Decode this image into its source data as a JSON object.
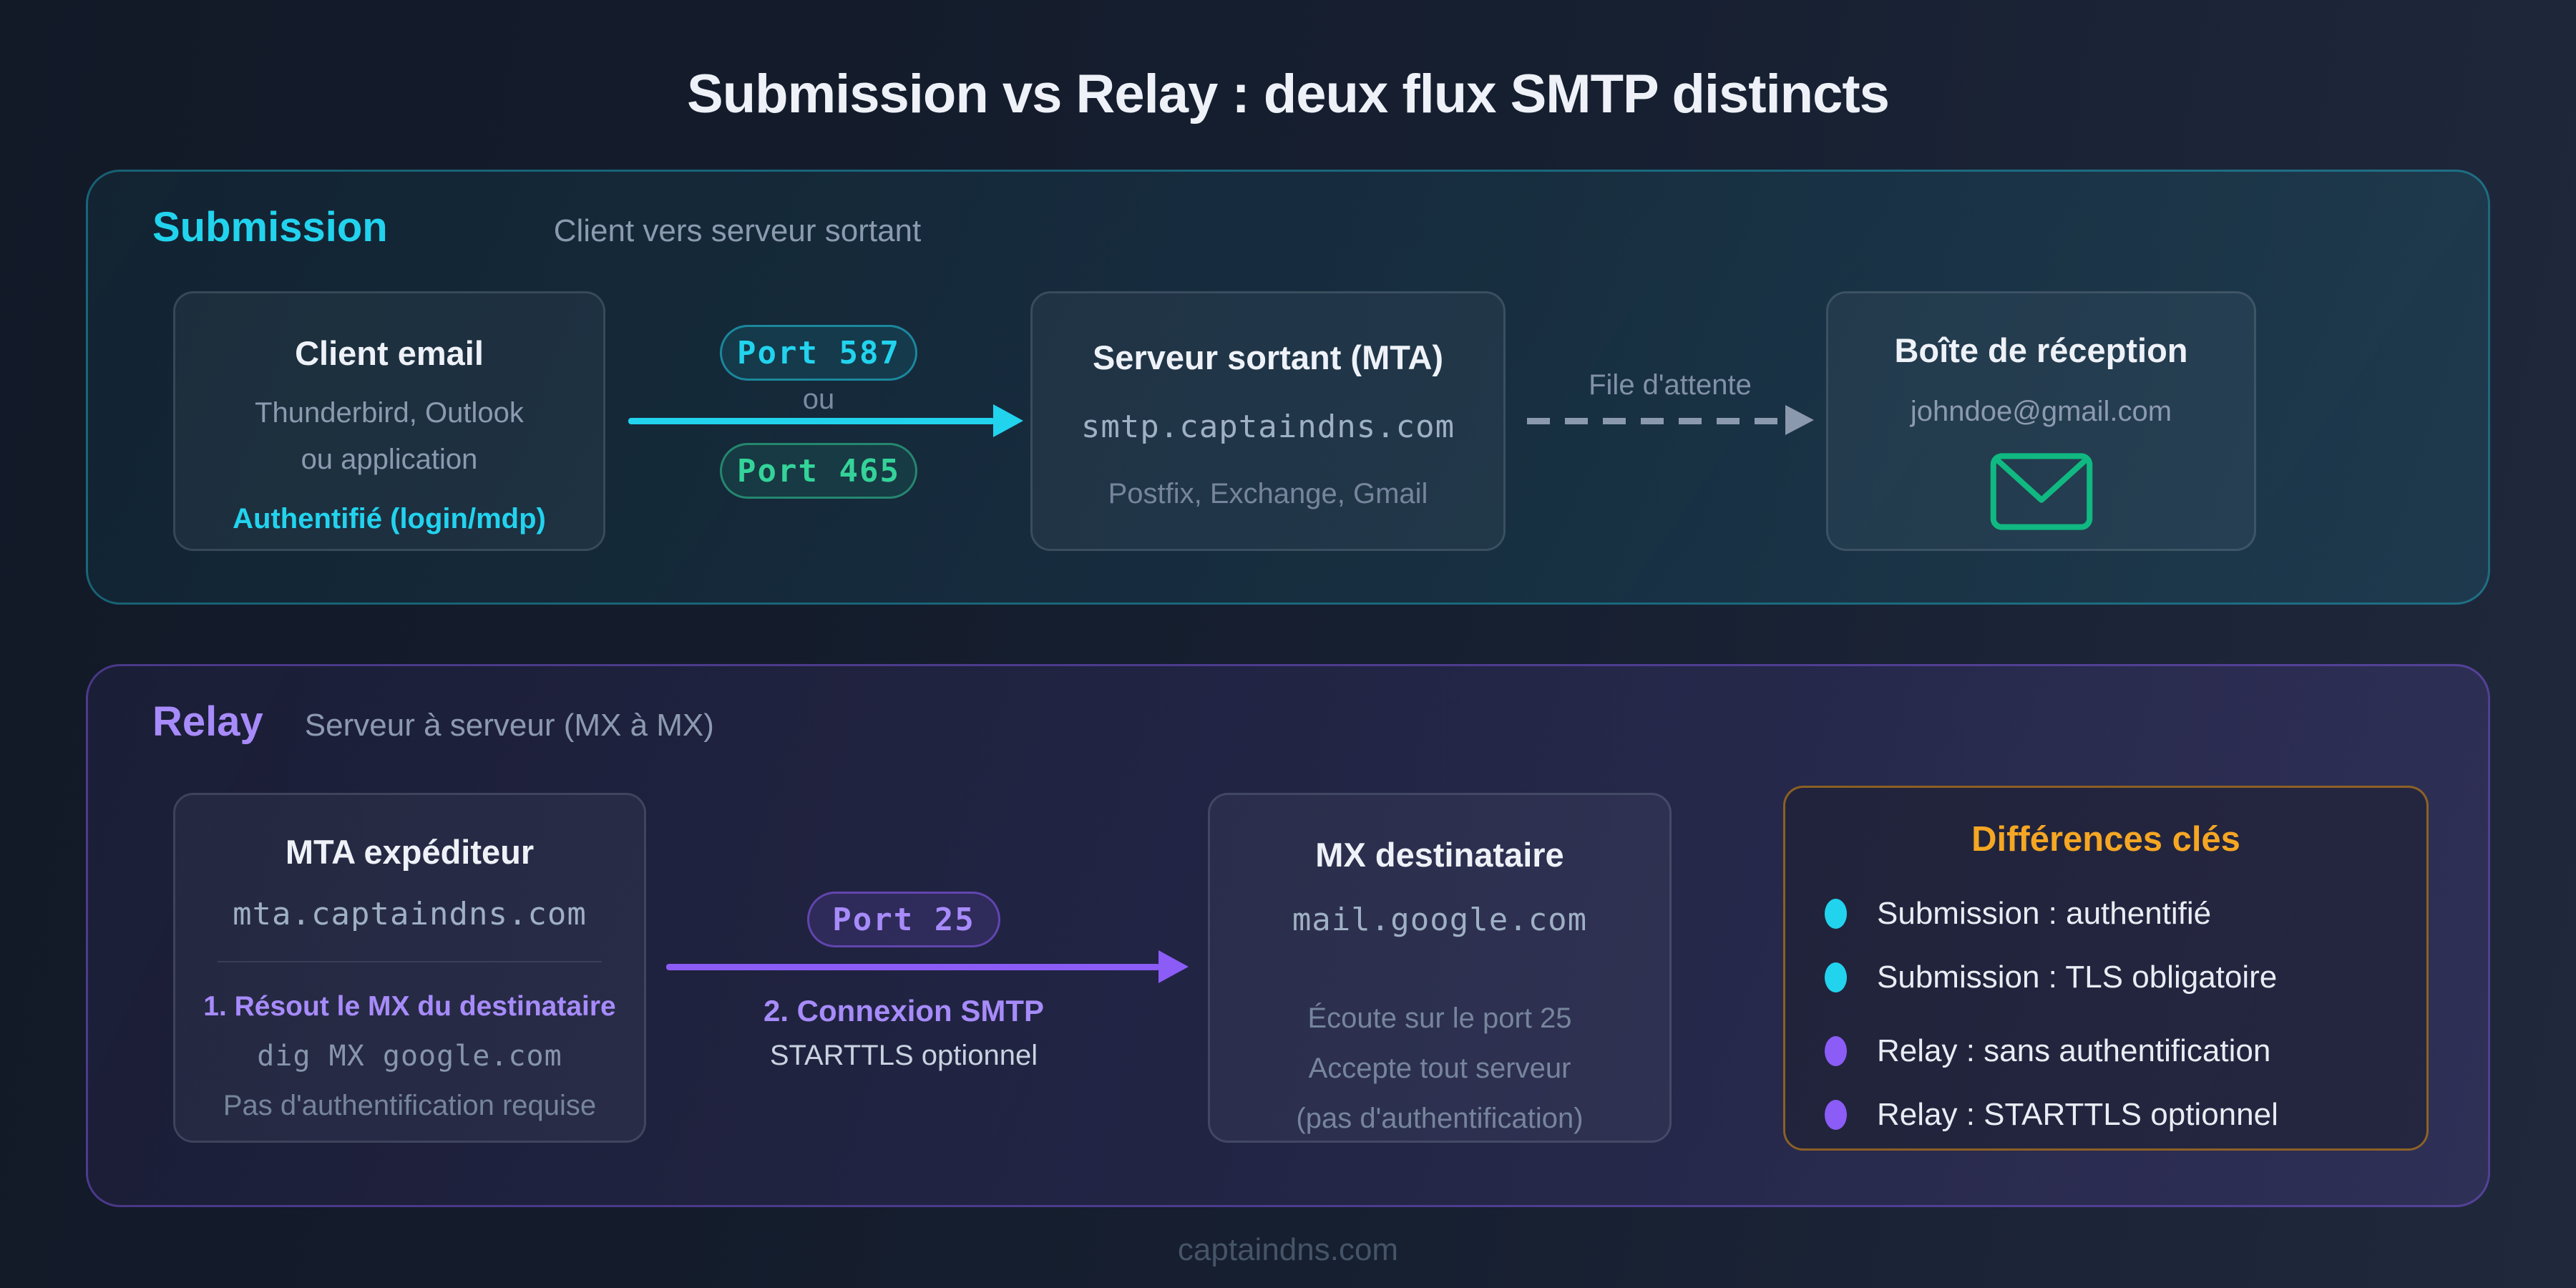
{
  "title": "Submission vs Relay : deux flux SMTP distincts",
  "colors": {
    "cyan": "#22d3ee",
    "green": "#34d399",
    "purple": "#8b5cf6",
    "purple-light": "#a78bfa",
    "orange": "#f5a623",
    "emerald": "#10b981"
  },
  "submission": {
    "label": "Submission",
    "subtitle": "Client vers serveur sortant",
    "client_box": {
      "title": "Client email",
      "line1": "Thunderbird, Outlook",
      "line2": "ou application",
      "note": "Authentifié (login/mdp)"
    },
    "port_badge_1": "Port 587",
    "or_label": "ou",
    "port_badge_2": "Port 465",
    "server_box": {
      "title": "Serveur sortant (MTA)",
      "host": "smtp.captaindns.com",
      "subtitle": "Postfix, Exchange, Gmail"
    },
    "queue_label": "File d'attente",
    "inbox_box": {
      "title": "Boîte de réception",
      "email": "johndoe@gmail.com",
      "icon": "envelope-icon"
    }
  },
  "relay": {
    "label": "Relay",
    "subtitle": "Serveur à serveur (MX à MX)",
    "mta_box": {
      "title": "MTA expéditeur",
      "host": "mta.captaindns.com",
      "step": "1. Résout le MX du destinataire",
      "command": "dig MX google.com",
      "note": "Pas d'authentification requise"
    },
    "port_badge": "Port 25",
    "step2": "2. Connexion SMTP",
    "step2_note": "STARTTLS optionnel",
    "mx_box": {
      "title": "MX destinataire",
      "host": "mail.google.com",
      "line1": "Écoute sur le port 25",
      "line2": "Accepte tout serveur",
      "line3": "(pas d'authentification)"
    },
    "differences_box": {
      "title": "Différences clés",
      "items": [
        {
          "color": "#22d3ee",
          "label": "Submission : authentifié"
        },
        {
          "color": "#22d3ee",
          "label": "Submission : TLS obligatoire"
        },
        {
          "color": "#8b5cf6",
          "label": "Relay : sans authentification"
        },
        {
          "color": "#8b5cf6",
          "label": "Relay : STARTTLS optionnel"
        }
      ]
    }
  },
  "footer": "captaindns.com"
}
